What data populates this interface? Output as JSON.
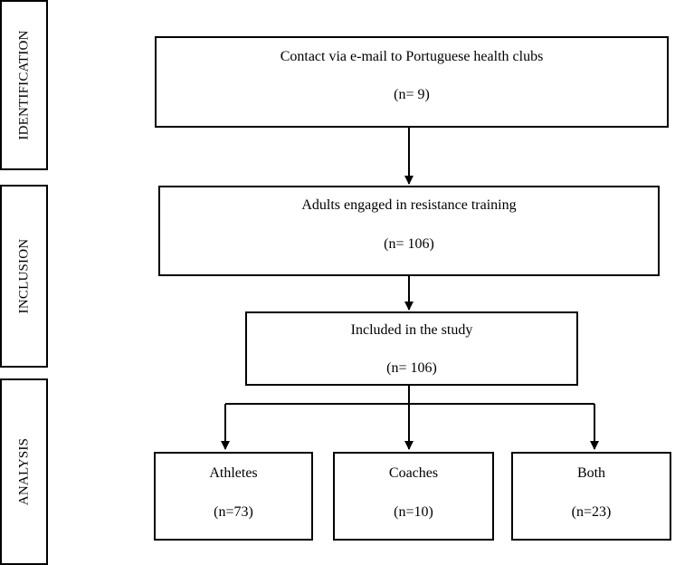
{
  "stages": {
    "identification": "IDENTIFICATION",
    "inclusion": "INCLUSION",
    "analysis": "ANALYSIS"
  },
  "boxes": {
    "contact": {
      "title": "Contact via e-mail to Portuguese health clubs",
      "count": "(n= 9)"
    },
    "adults": {
      "title": "Adults engaged in resistance training",
      "count": "(n= 106)"
    },
    "included": {
      "title": "Included in the study",
      "count": "(n= 106)"
    },
    "athletes": {
      "title": "Athletes",
      "count": "(n=73)"
    },
    "coaches": {
      "title": "Coaches",
      "count": "(n=10)"
    },
    "both": {
      "title": "Both",
      "count": "(n=23)"
    }
  }
}
